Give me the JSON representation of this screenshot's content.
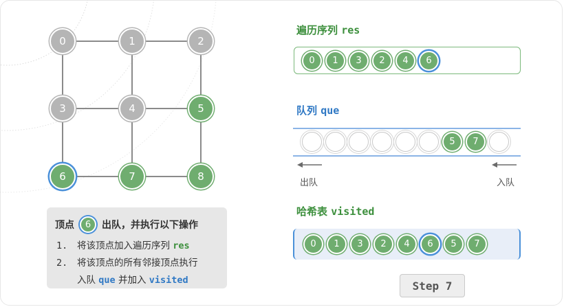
{
  "graph": {
    "nodes": [
      {
        "id": "0",
        "state": "gray"
      },
      {
        "id": "1",
        "state": "gray"
      },
      {
        "id": "2",
        "state": "gray"
      },
      {
        "id": "3",
        "state": "gray"
      },
      {
        "id": "4",
        "state": "gray"
      },
      {
        "id": "5",
        "state": "green"
      },
      {
        "id": "6",
        "state": "current"
      },
      {
        "id": "7",
        "state": "green"
      },
      {
        "id": "8",
        "state": "green"
      }
    ],
    "edges": [
      [
        "0",
        "1"
      ],
      [
        "1",
        "2"
      ],
      [
        "0",
        "3"
      ],
      [
        "1",
        "4"
      ],
      [
        "2",
        "5"
      ],
      [
        "3",
        "4"
      ],
      [
        "4",
        "5"
      ],
      [
        "3",
        "6"
      ],
      [
        "4",
        "7"
      ],
      [
        "5",
        "8"
      ],
      [
        "6",
        "7"
      ],
      [
        "7",
        "8"
      ]
    ]
  },
  "info": {
    "title_prefix": "顶点",
    "current_vertex": "6",
    "title_suffix": "出队，并执行以下操作",
    "line1_num": "1.",
    "line1_text": "将该顶点加入遍历序列",
    "line1_code": "res",
    "line2_num": "2.",
    "line2_text": "将该顶点的所有邻接顶点执行",
    "line3_text1": "入队",
    "line3_code1": "que",
    "line3_text2": "并加入",
    "line3_code2": "visited"
  },
  "res": {
    "heading": "遍历序列",
    "heading_code": "res",
    "items": [
      "0",
      "1",
      "3",
      "2",
      "4",
      "6"
    ],
    "current": "6"
  },
  "queue": {
    "heading": "队列",
    "heading_code": "que",
    "slots": [
      "",
      "",
      "",
      "",
      "",
      "",
      "5",
      "7",
      ""
    ],
    "out_label": "出队",
    "in_label": "入队"
  },
  "visited": {
    "heading": "哈希表",
    "heading_code": "visited",
    "items": [
      "0",
      "1",
      "3",
      "2",
      "4",
      "6",
      "5",
      "7"
    ],
    "current": "6"
  },
  "step_label": "Step 7",
  "colors": {
    "visited_green": "#6fad6f",
    "unvisited_gray": "#b5b5b5",
    "current_ring_blue": "#4a90d9",
    "edge": "#8a8a8a"
  }
}
